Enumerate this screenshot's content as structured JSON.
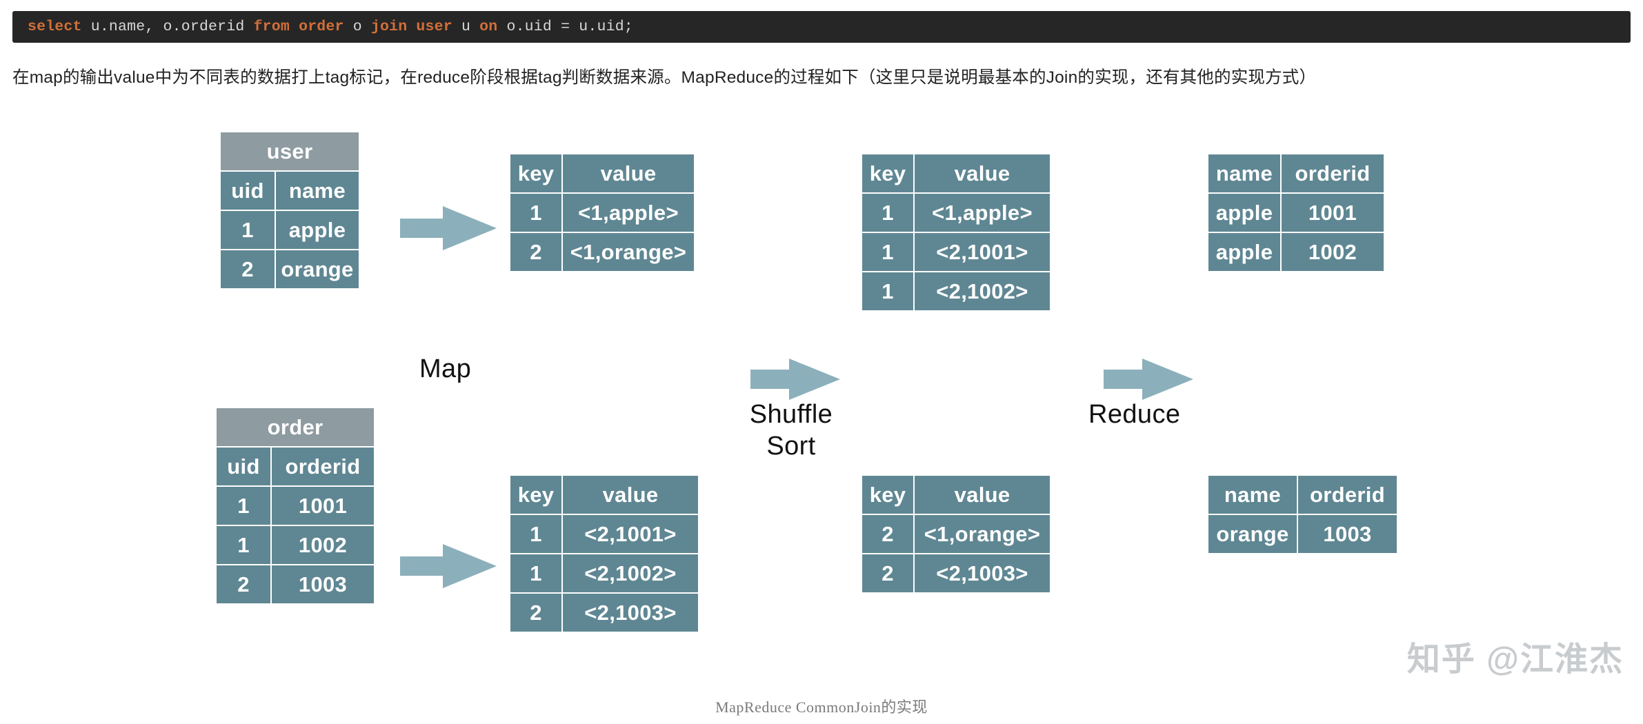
{
  "code_block": {
    "language": "sql",
    "background": "#262626",
    "keyword_color": "#d2703a",
    "text_color": "#d8d8d8",
    "tokens": [
      {
        "t": "select",
        "kw": true
      },
      {
        "t": " u.name, o.orderid ",
        "kw": false
      },
      {
        "t": "from order",
        "kw": true
      },
      {
        "t": " o ",
        "kw": false
      },
      {
        "t": "join user",
        "kw": true
      },
      {
        "t": " u ",
        "kw": false
      },
      {
        "t": "on",
        "kw": true
      },
      {
        "t": " o.uid = u.uid;",
        "kw": false
      }
    ],
    "plain_text": "select u.name, o.orderid from order o join user u on o.uid = u.uid;"
  },
  "description": "在map的输出value中为不同表的数据打上tag标记，在reduce阶段根据tag判断数据来源。MapReduce的过程如下（这里只是说明最基本的Join的实现，还有其他的实现方式）",
  "diagram": {
    "accent_color": "#5f8793",
    "title_cell_color": "#8e9ba1",
    "arrow_color": "#8cb0bb",
    "stage_labels": [
      {
        "name": "map-label",
        "text": "Map"
      },
      {
        "name": "shuffle-sort-label",
        "text": "Shuffle\nSort"
      },
      {
        "name": "reduce-label",
        "text": "Reduce"
      }
    ],
    "tables": {
      "user_table": {
        "title": "user",
        "headers": [
          "uid",
          "name"
        ],
        "rows": [
          [
            "1",
            "apple"
          ],
          [
            "2",
            "orange"
          ]
        ]
      },
      "order_table": {
        "title": "order",
        "headers": [
          "uid",
          "orderid"
        ],
        "rows": [
          [
            "1",
            "1001"
          ],
          [
            "1",
            "1002"
          ],
          [
            "2",
            "1003"
          ]
        ]
      },
      "map_out_user": {
        "headers": [
          "key",
          "value"
        ],
        "rows": [
          [
            "1",
            "<1,apple>"
          ],
          [
            "2",
            "<1,orange>"
          ]
        ]
      },
      "map_out_order": {
        "headers": [
          "key",
          "value"
        ],
        "rows": [
          [
            "1",
            "<2,1001>"
          ],
          [
            "1",
            "<2,1002>"
          ],
          [
            "2",
            "<2,1003>"
          ]
        ]
      },
      "shuffle_out_1": {
        "headers": [
          "key",
          "value"
        ],
        "rows": [
          [
            "1",
            "<1,apple>"
          ],
          [
            "1",
            "<2,1001>"
          ],
          [
            "1",
            "<2,1002>"
          ]
        ]
      },
      "shuffle_out_2": {
        "headers": [
          "key",
          "value"
        ],
        "rows": [
          [
            "2",
            "<1,orange>"
          ],
          [
            "2",
            "<2,1003>"
          ]
        ]
      },
      "reduce_out_1": {
        "headers": [
          "name",
          "orderid"
        ],
        "rows": [
          [
            "apple",
            "1001"
          ],
          [
            "apple",
            "1002"
          ]
        ]
      },
      "reduce_out_2": {
        "headers": [
          "name",
          "orderid"
        ],
        "rows": [
          [
            "orange",
            "1003"
          ]
        ]
      }
    }
  },
  "caption": "MapReduce CommonJoin的实现",
  "watermark": "知乎 @江淮杰"
}
